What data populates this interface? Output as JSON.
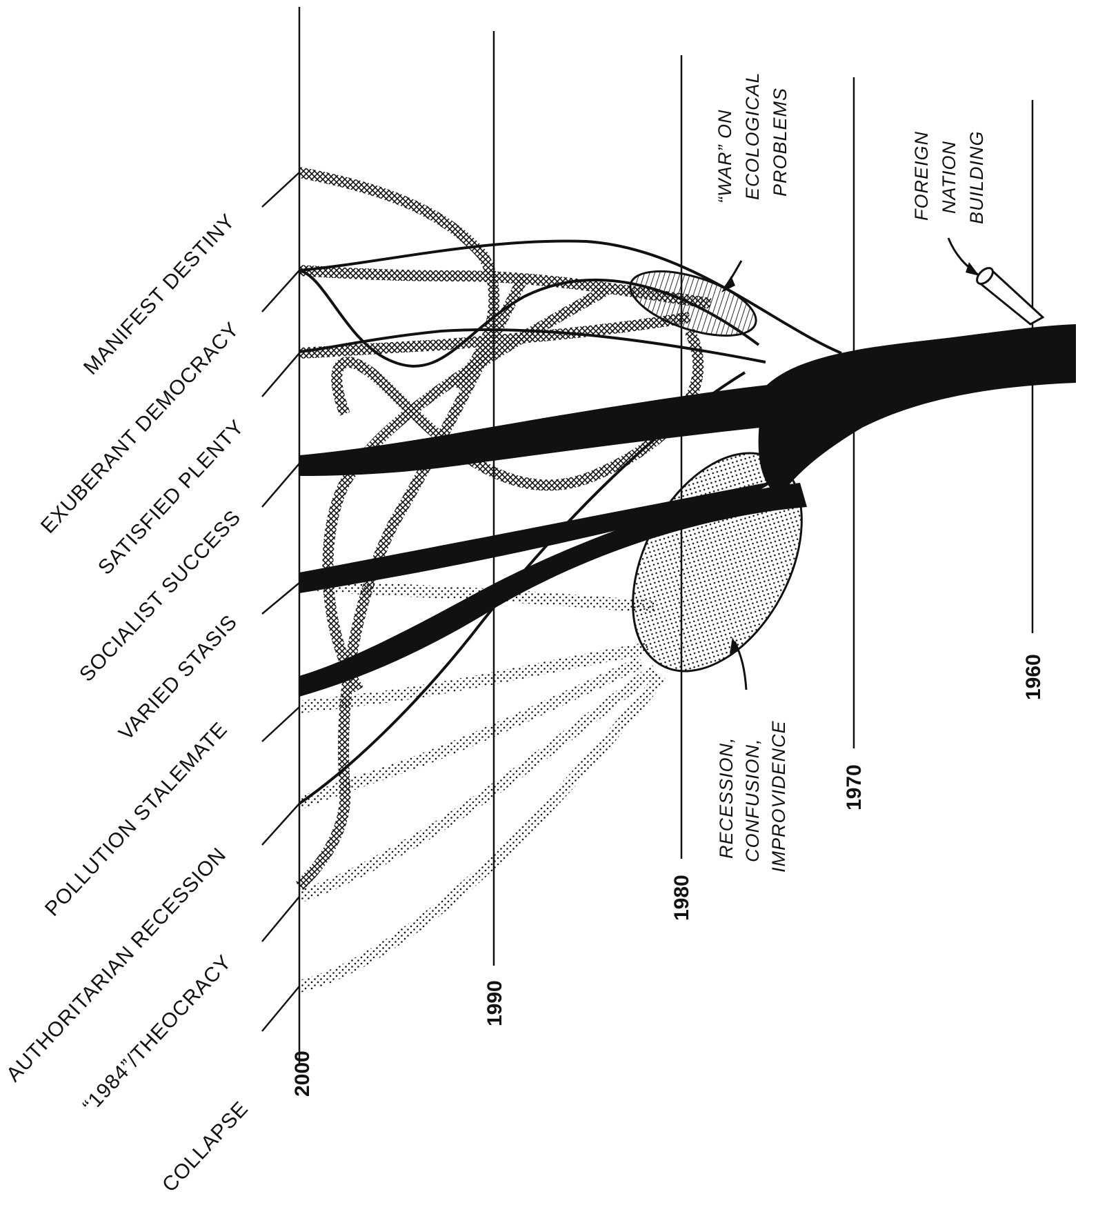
{
  "years": {
    "y1960": "1960",
    "y1970": "1970",
    "y1980": "1980",
    "y1990": "1990",
    "y2000": "2000"
  },
  "alternative_futures": [
    "MANIFEST DESTINY",
    "EXUBERANT DEMOCRACY",
    "SATISFIED PLENTY",
    "SOCIALIST SUCCESS",
    "VARIED STASIS",
    "POLLUTION STALEMATE",
    "AUTHORITARIAN RECESSION",
    "“1984”/THEOCRACY",
    "COLLAPSE"
  ],
  "annotations": {
    "foreign_nation_building": [
      "FOREIGN",
      "NATION",
      "BUILDING"
    ],
    "war_on_ecological_problems": [
      "“WAR” ON",
      "ECOLOGICAL",
      "PROBLEMS"
    ],
    "recession": [
      "RECESSION,",
      "CONFUSION,",
      "IMPROVIDENCE"
    ]
  },
  "colors": {
    "ink": "#111111",
    "paper": "#ffffff"
  }
}
